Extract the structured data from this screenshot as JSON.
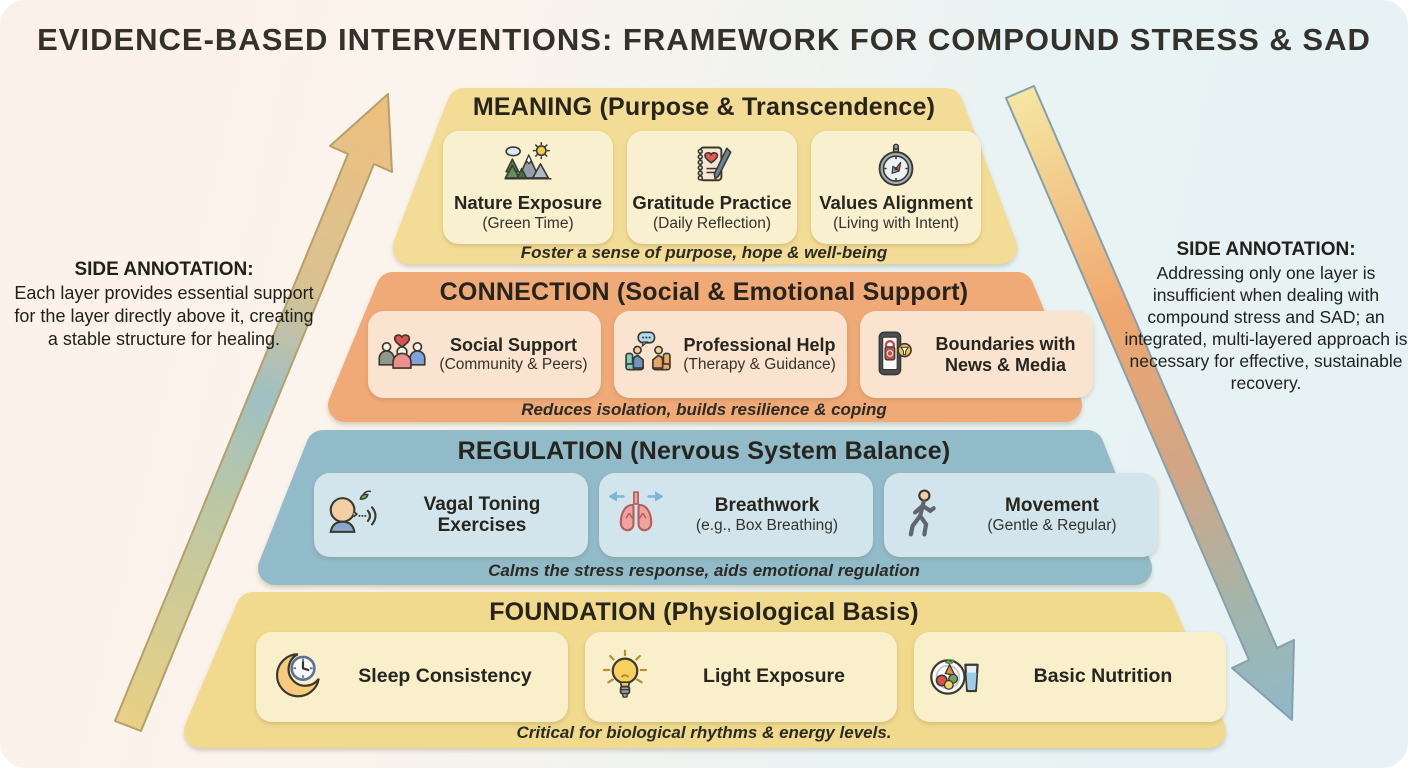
{
  "page_title": "EVIDENCE-BASED INTERVENTIONS: FRAMEWORK FOR COMPOUND STRESS & SAD",
  "palette": {
    "background_left": "#fcf1ea",
    "background_right": "#e6f2f6",
    "title_color": "#33312a",
    "up_arrow_colors": [
      "#e9d083",
      "#9fc0c4",
      "#f0c07e"
    ],
    "down_arrow_colors": [
      "#f5e7a2",
      "#efa76f",
      "#8fb9c9"
    ]
  },
  "annotations": {
    "left": {
      "heading": "SIDE ANNOTATION:",
      "body": "Each layer provides essential support for the layer directly above it, creating a stable structure for healing."
    },
    "right": {
      "heading": "SIDE ANNOTATION:",
      "body": "Addressing only one layer is insufficient when dealing with compound stress and SAD; an integrated, multi-layered approach is necessary for effective, sustainable recovery."
    }
  },
  "pyramid": {
    "layers": [
      {
        "id": "meaning",
        "title": "MEANING (Purpose & Transcendence)",
        "caption": "Foster a sense of purpose, hope & well-being",
        "color": "#f3dc95",
        "card_color": "#f9f0d0",
        "items": [
          {
            "label": "Nature Exposure",
            "sublabel": "(Green Time)",
            "icon": "nature-icon"
          },
          {
            "label": "Gratitude Practice",
            "sublabel": "(Daily Reflection)",
            "icon": "gratitude-journal-icon"
          },
          {
            "label": "Values Alignment",
            "sublabel": "(Living with Intent)",
            "icon": "compass-icon"
          }
        ]
      },
      {
        "id": "connection",
        "title": "CONNECTION (Social & Emotional Support)",
        "caption": "Reduces isolation, builds resilience & coping",
        "color": "#f0aa78",
        "card_color": "#fbe4cf",
        "items": [
          {
            "label": "Social Support",
            "sublabel": "(Community & Peers)",
            "icon": "social-support-icon"
          },
          {
            "label": "Professional Help",
            "sublabel": "(Therapy & Guidance)",
            "icon": "therapy-icon"
          },
          {
            "label": "Boundaries with News & Media",
            "sublabel": "",
            "icon": "phone-boundaries-icon"
          }
        ]
      },
      {
        "id": "regulation",
        "title": "REGULATION (Nervous System Balance)",
        "caption": "Calms the stress response, aids emotional regulation",
        "color": "#92bbca",
        "card_color": "#d3e5ec",
        "items": [
          {
            "label": "Vagal Toning Exercises",
            "sublabel": "",
            "icon": "vagal-toning-icon"
          },
          {
            "label": "Breathwork",
            "sublabel": "(e.g., Box Breathing)",
            "icon": "lungs-icon"
          },
          {
            "label": "Movement",
            "sublabel": "(Gentle & Regular)",
            "icon": "walking-icon"
          }
        ]
      },
      {
        "id": "foundation",
        "title": "FOUNDATION (Physiological Basis)",
        "caption": "Critical for biological rhythms & energy levels.",
        "color": "#f1da8d",
        "card_color": "#f9efca",
        "items": [
          {
            "label": "Sleep Consistency",
            "sublabel": "",
            "icon": "sleep-icon"
          },
          {
            "label": "Light Exposure",
            "sublabel": "",
            "icon": "lightbulb-icon"
          },
          {
            "label": "Basic Nutrition",
            "sublabel": "",
            "icon": "nutrition-icon"
          }
        ]
      }
    ]
  }
}
